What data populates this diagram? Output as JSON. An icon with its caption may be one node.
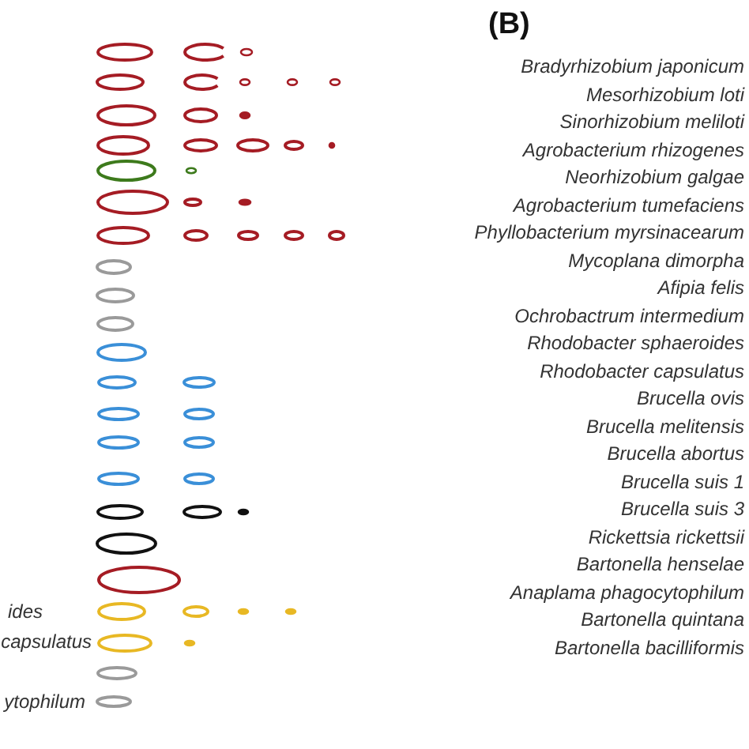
{
  "diagram": {
    "labels": [
      "(B)",
      "Bradyrhizobium japonicum",
      "Mesorhizobium loti",
      "Sinorhizobium meliloti",
      "Agrobacterium rhizogenes",
      "Neorhizobium galgae",
      "Agrobacterium tumefaciens",
      "Phyllobacterium myrsinacearum",
      "Mycoplana dimorpha",
      "Afipia felis",
      "Ochrobactrum intermedium",
      "Rhodobacter sphaeroides",
      "Rhodobacter capsulatus",
      "Brucella ovis",
      "Brucella melitensis",
      "Brucella abortus",
      "Brucella suis 1",
      "Brucella suis 3",
      "Rickettsia rickettsii",
      "Bartonella henselae",
      "Anaplama phagocytophilum",
      "Bartonella quintana",
      "Bartonella bacilliformis",
      "ides",
      "capsulatus",
      "ytophilum"
    ]
  }
}
